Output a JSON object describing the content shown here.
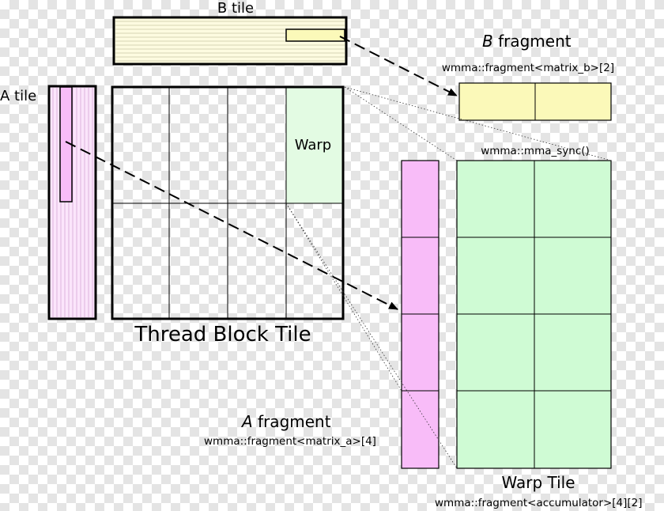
{
  "labels": {
    "b_tile": "B tile",
    "a_tile": "A tile",
    "warp": "Warp",
    "thread_block_tile": "Thread Block Tile",
    "b_fragment_italic": "B",
    "b_fragment_rest": " fragment",
    "b_fragment_code": "wmma::fragment<matrix_b>[2]",
    "mma_sync": "wmma::mma_sync()",
    "a_fragment_italic": "A",
    "a_fragment_rest": " fragment",
    "a_fragment_code": "wmma::fragment<matrix_a>[4]",
    "warp_tile": "Warp Tile",
    "warp_tile_code": "wmma::fragment<accumulator>[4][2]"
  },
  "colors": {
    "b_tile_fill": "#fdfbe0",
    "b_fragment_fill": "#fbf9b9",
    "a_tile_fill": "#fbe5fb",
    "a_fragment_fill": "#f8bcf8",
    "warp_fill": "#e3fbe3",
    "accumulator_fill": "#cffbd4"
  }
}
